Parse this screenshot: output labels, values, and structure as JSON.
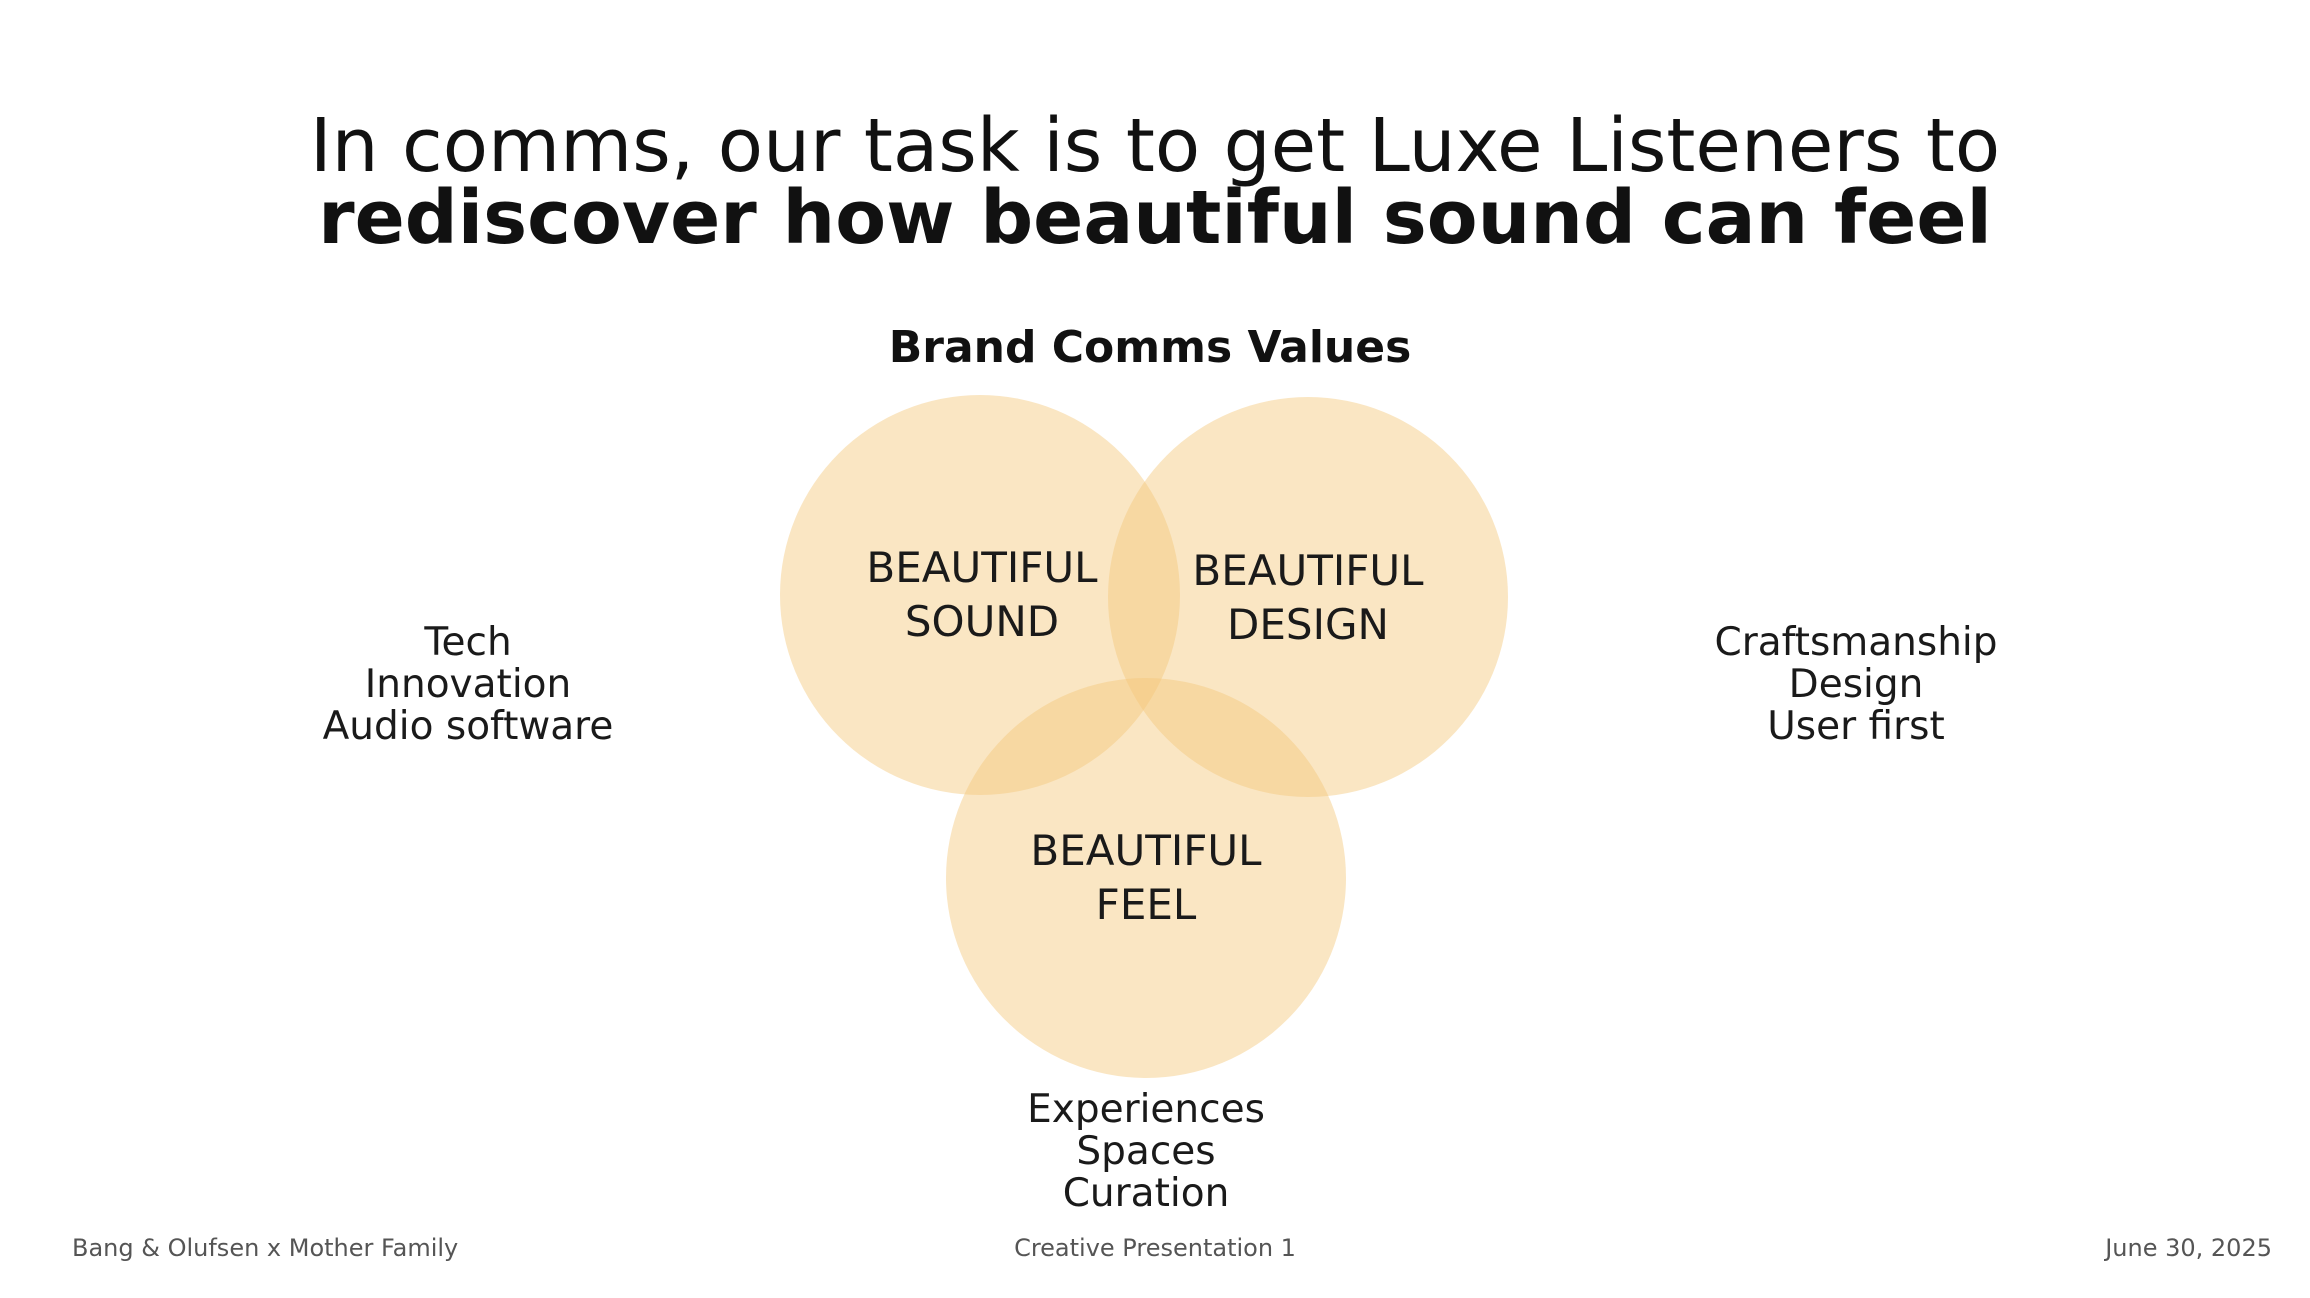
{
  "headline": {
    "line1": "In comms, our task is to get Luxe Listeners to",
    "line2": "rediscover how beautiful sound can feel"
  },
  "diagram": {
    "title": "Brand Comms Values",
    "circle_color": "#f5c77a",
    "circles": [
      {
        "line1": "BEAUTIFUL",
        "line2": "SOUND"
      },
      {
        "line1": "BEAUTIFUL",
        "line2": "DESIGN"
      },
      {
        "line1": "BEAUTIFUL",
        "line2": "FEEL"
      }
    ],
    "left_list": [
      "Tech",
      "Innovation",
      "Audio software"
    ],
    "right_list": [
      "Craftsmanship",
      "Design",
      "User first"
    ],
    "bottom_list": [
      "Experiences",
      "Spaces",
      "Curation"
    ]
  },
  "footer": {
    "left": "Bang & Olufsen x Mother Family",
    "center": "Creative Presentation 1",
    "right": "June 30, 2025"
  }
}
